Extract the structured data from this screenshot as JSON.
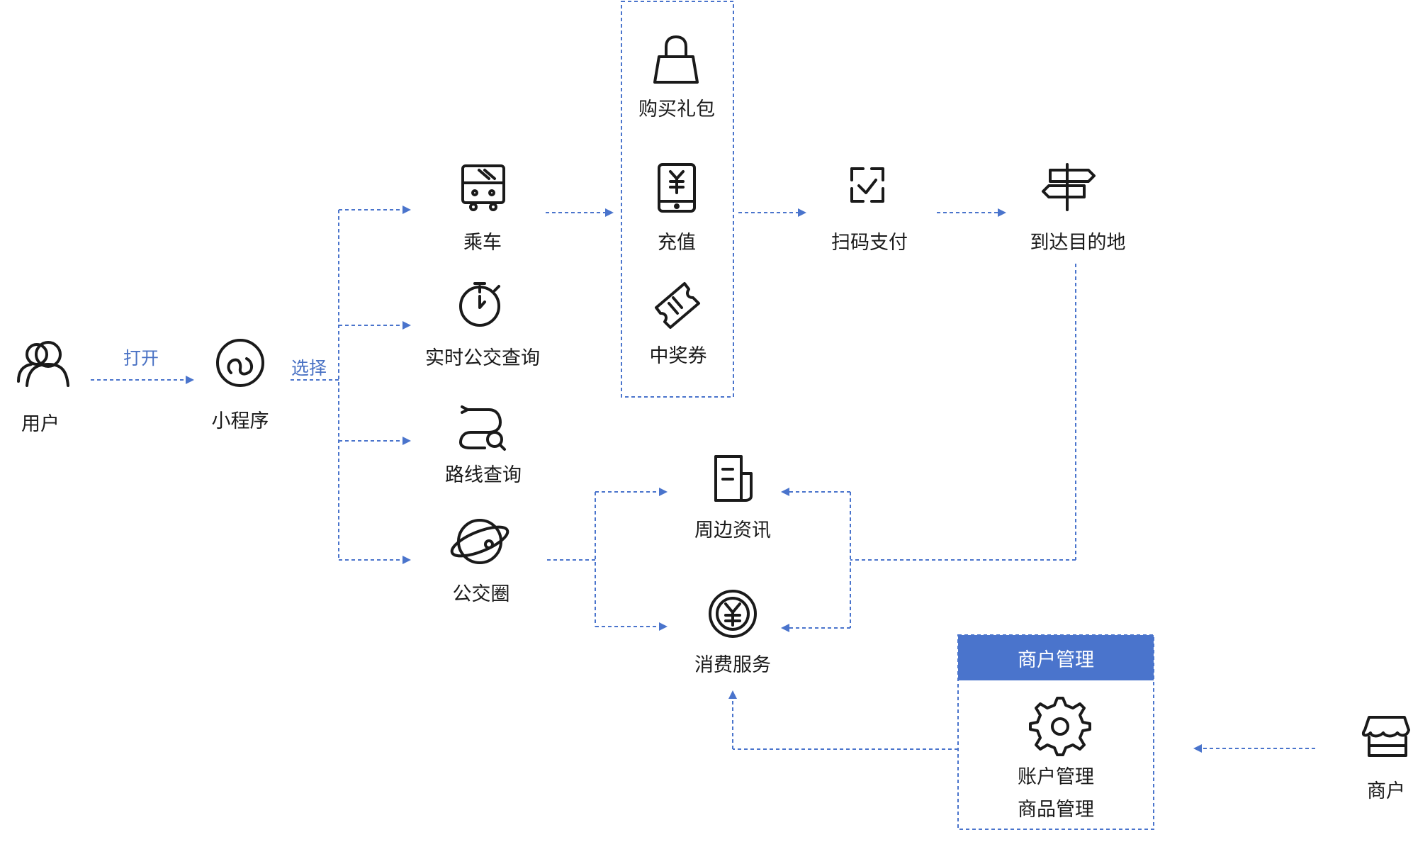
{
  "nodes": {
    "user": "用户",
    "miniapp": "小程序",
    "ride": "乘车",
    "realtime_bus": "实时公交查询",
    "route_query": "路线查询",
    "bus_circle": "公交圈",
    "buy_gift": "购买礼包",
    "recharge": "充值",
    "prize_ticket": "中奖券",
    "scan_pay": "扫码支付",
    "arrive": "到达目的地",
    "nearby_info": "周边资讯",
    "consume_service": "消费服务",
    "merchant_mgmt_title": "商户管理",
    "account_mgmt": "账户管理",
    "goods_mgmt": "商品管理",
    "merchant": "商户"
  },
  "edge_labels": {
    "open": "打开",
    "select": "选择"
  },
  "colors": {
    "accent": "#4a74cc",
    "icon": "#1a1a1a"
  }
}
